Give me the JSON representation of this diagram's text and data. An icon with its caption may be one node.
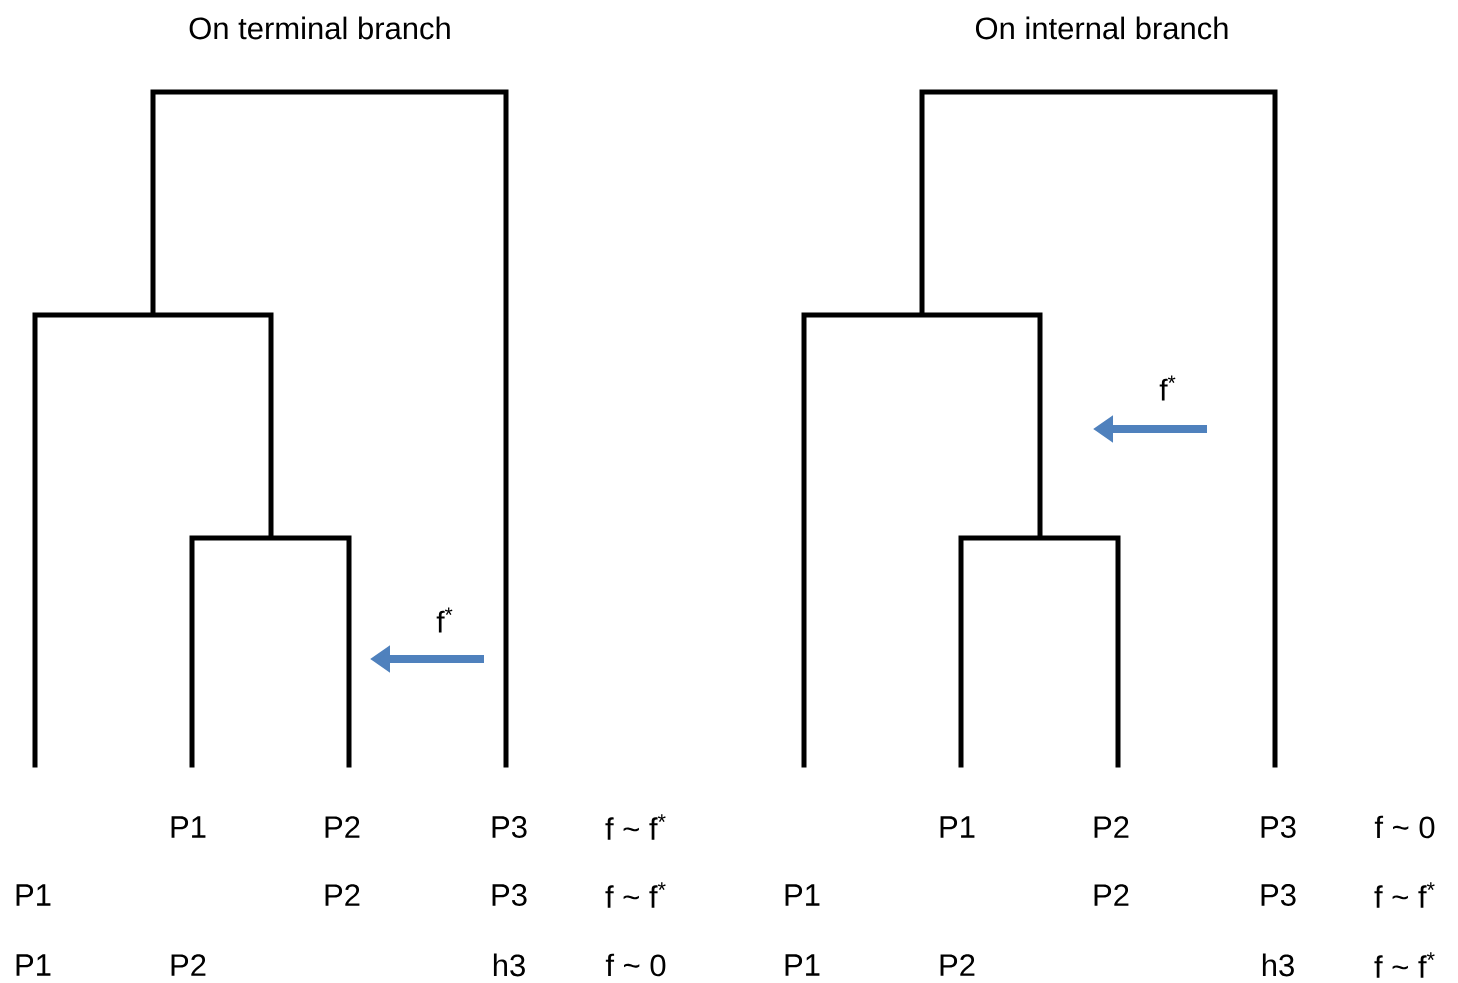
{
  "diagram": {
    "labels": [
      "On terminal branch",
      "On internal branch",
      "f$^{*}$",
      "f$^{*}$",
      "P1",
      "P2",
      "P3",
      "f ~ f$^{*}$",
      "P1",
      "P2",
      "P3",
      "f ~ 0",
      "P1",
      "P2",
      "P3",
      "f ~ f$^{*}$",
      "P1",
      "P2",
      "P3",
      "f ~ f$^{*}$",
      "P1",
      "P2",
      "h3",
      "f ~ 0",
      "P1",
      "P2",
      "h3",
      "f ~ f$^{*}$"
    ]
  }
}
